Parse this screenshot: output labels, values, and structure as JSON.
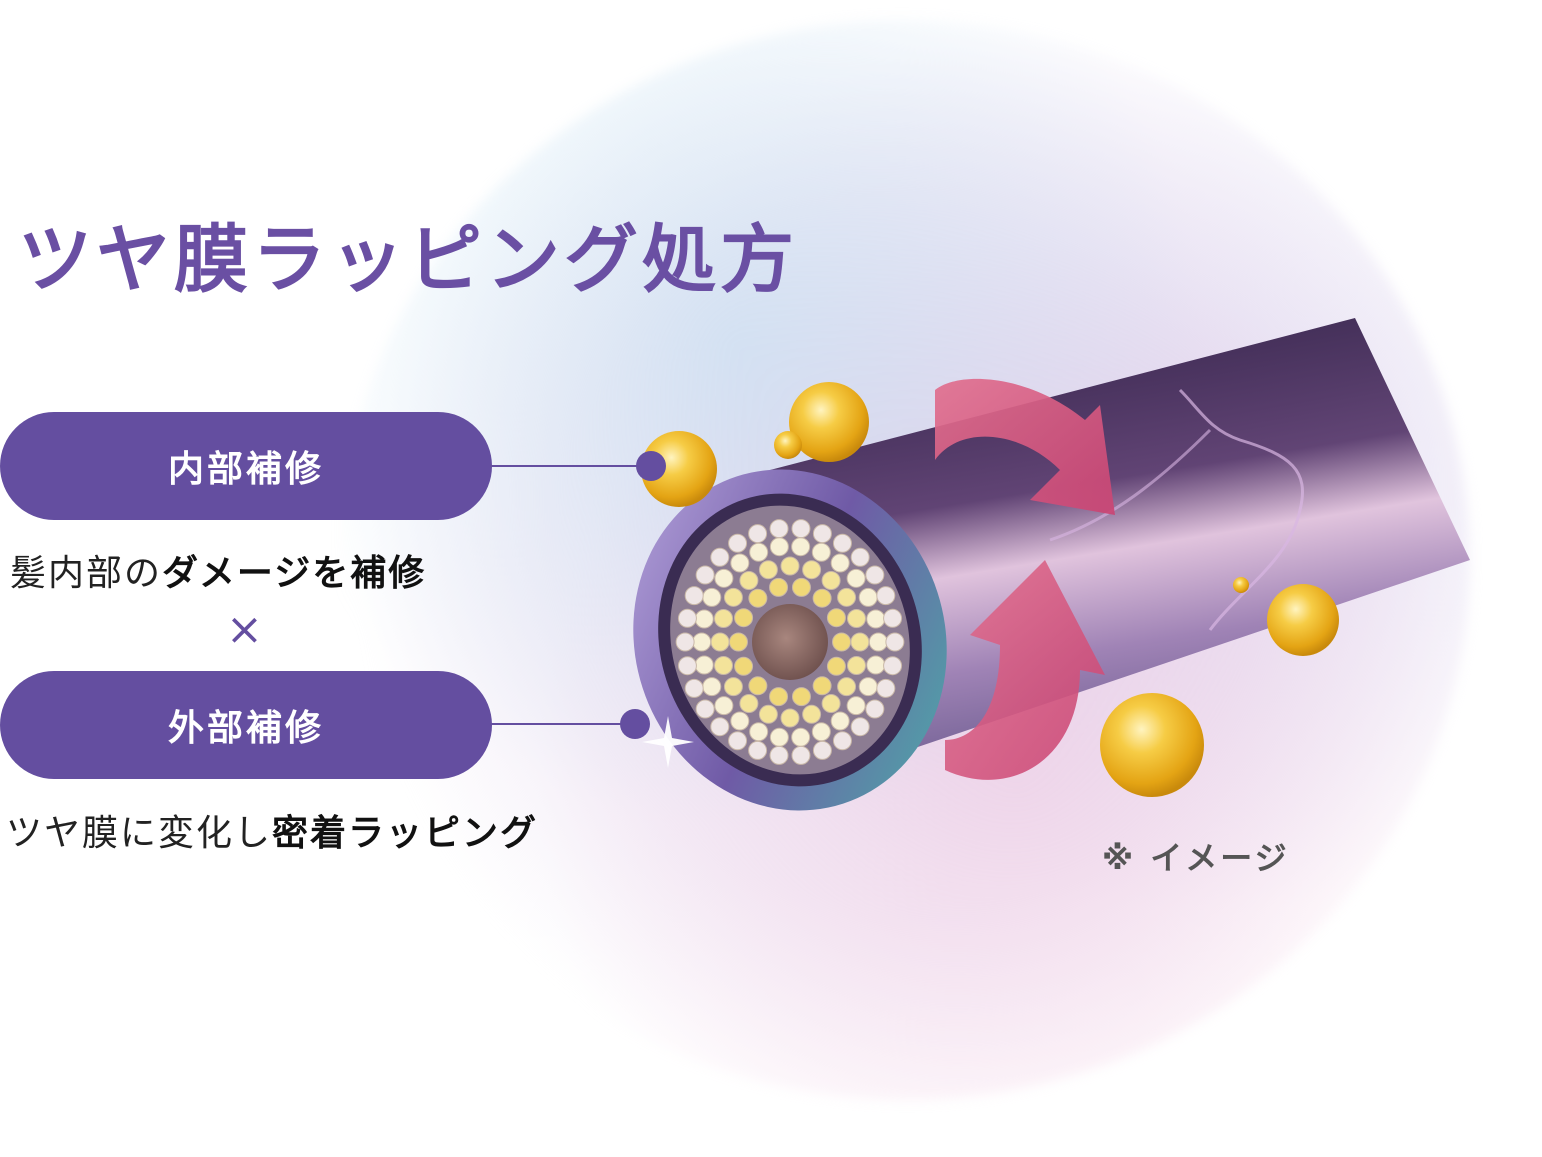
{
  "title": "ツヤ膜ラッピング処方",
  "labels": {
    "internal": "内部補修",
    "external": "外部補修"
  },
  "descriptions": {
    "internal_plain": "髪内部の",
    "internal_bold": "ダメージを補修",
    "times": "×",
    "external_plain": "ツヤ膜に変化し",
    "external_bold": "密着ラッピング"
  },
  "note": "※ イメージ",
  "colors": {
    "accent": "#644ea0",
    "title": "#6a4fa3",
    "arrow": "#d9557f",
    "droplet": "#f0b82a"
  }
}
